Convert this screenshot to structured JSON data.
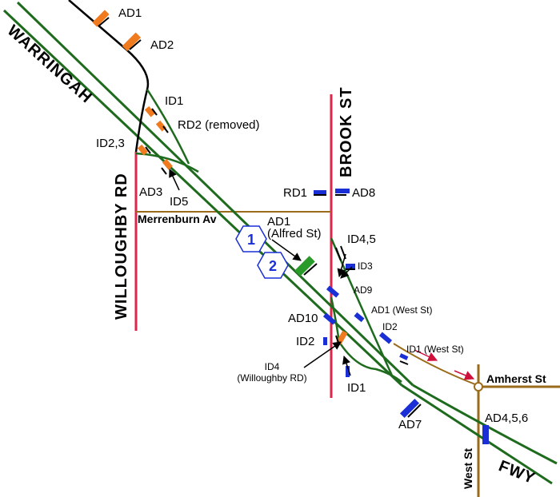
{
  "colors": {
    "freeway": "#1e6b1e",
    "local_road": "#e0244a",
    "minor_road": "#9a6b1a",
    "ramp_black": "#000000",
    "sign_orange": "#f07a1e",
    "sign_blue": "#1a2fd6",
    "sign_green": "#2a9a2a",
    "arrow_red": "#d0103a"
  },
  "roads": {
    "warringah": "WARRINGAH",
    "willoughby": "WILLOUGHBY RD",
    "brook": "BROOK ST",
    "merrenburn": "Merrenburn Av",
    "amherst": "Amherst St",
    "west_st": "West St",
    "fwy": "FWY"
  },
  "shields": {
    "one": "1",
    "two": "2"
  },
  "labels": {
    "ad1_top": "AD1",
    "ad2_top": "AD2",
    "id1_top": "ID1",
    "rd2": "RD2 (removed)",
    "id23": "ID2,3",
    "ad3": "AD3",
    "id5": "ID5",
    "rd1": "RD1",
    "ad8": "AD8",
    "ad1_alfred_1": "AD1",
    "ad1_alfred_2": "(Alfred St)",
    "id45": "ID4,5",
    "id3": "ID3",
    "ad9": "AD9",
    "ad1_west": "AD1 (West St)",
    "ad10": "AD10",
    "id2_right": "ID2",
    "id1_west": "ID1 (West St)",
    "id2_left": "ID2",
    "id4_1": "ID4",
    "id4_2": "(Willoughby RD)",
    "id1_bottom": "ID1",
    "ad7": "AD7",
    "ad456": "AD4,5,6"
  }
}
